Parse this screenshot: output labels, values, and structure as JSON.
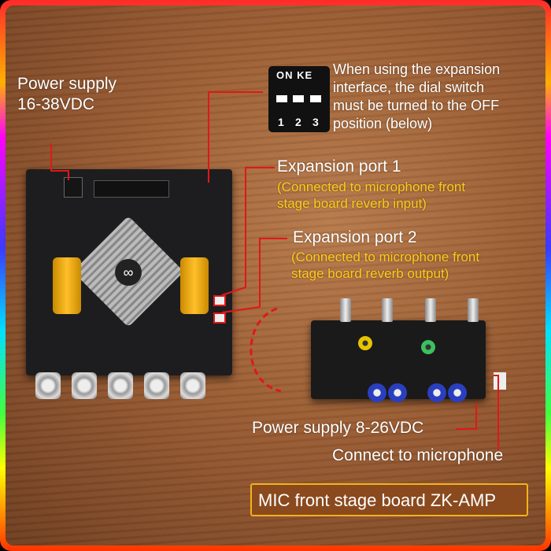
{
  "labels": {
    "power_main_line1": "Power supply",
    "power_main_line2": "16-38VDC",
    "dip_switch": {
      "top": "ON KE",
      "numbers": [
        "1",
        "2",
        "3"
      ],
      "note": [
        "When using the expansion",
        "interface, the dial switch",
        "must be turned to the OFF",
        "position (below)"
      ]
    },
    "port1": {
      "title": "Expansion port 1",
      "desc": [
        "(Connected to microphone front",
        "stage board reverb input)"
      ]
    },
    "port2": {
      "title": "Expansion port 2",
      "desc": [
        "(Connected to microphone front",
        "stage board reverb output)"
      ]
    },
    "power_mic": "Power supply 8-26VDC",
    "connect_mic": "Connect to microphone",
    "board_name": "MIC front stage board ZK-AMP"
  },
  "colors": {
    "leader_line": "#e01818",
    "highlight_text": "#ffcc1a",
    "box_border": "#f3b21a"
  }
}
